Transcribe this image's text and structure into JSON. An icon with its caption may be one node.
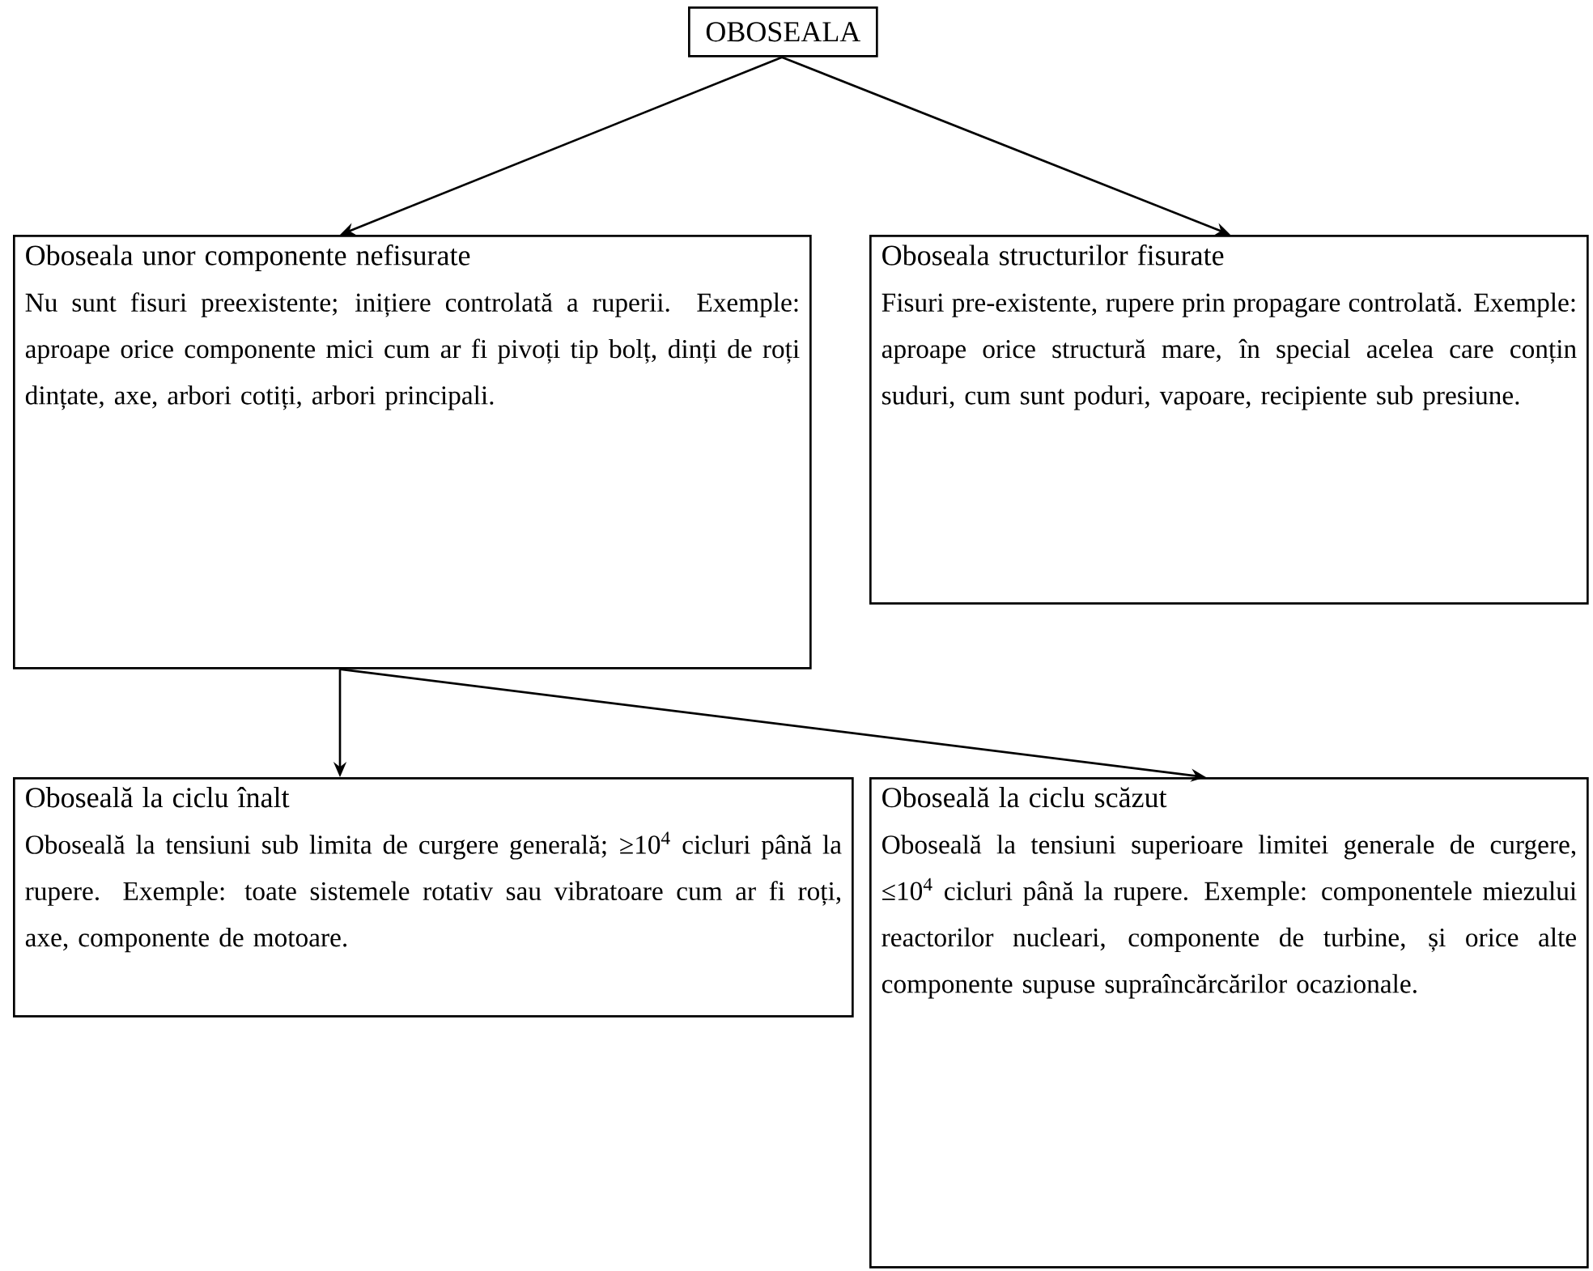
{
  "diagram": {
    "nodes": [
      {
        "text": [
          "OBOSEALA"
        ]
      },
      {
        "text": [
          "Oboseala unor componente nefisurate",
          "Nu sunt fisuri preexistente; inițiere controlată a ruperii. Exemple: aproape orice componente mici cum ar fi pivoți tip bolț, dinți de roți dințate, axe, arbori cotiți, arbori principali."
        ]
      },
      {
        "text": [
          "Oboseala structurilor fisurate",
          "Fisuri pre-existente, rupere prin propagare controlată. Exemple: aproape orice structură mare, în special acelea care conțin suduri, cum sunt poduri, vapoare, recipiente sub presiune."
        ]
      },
      {
        "text": [
          "Oboseală la ciclu înalt",
          "Oboseală la tensiuni sub limita de curgere generală; ≥10$^{4}$ cicluri până la rupere. Exemple: toate sistemele rotativ sau vibratoare cum ar fi roți, axe, componente de motoare."
        ]
      },
      {
        "text": [
          "Oboseală la ciclu scăzut",
          "Oboseală la tensiuni superioare limitei generale de curgere, ≤10$^{4}$ cicluri până la rupere. Exemple: componentele miezului reactorilor nucleari, componente de turbine, și orice alte componente supuse supraîncărcărilor ocazionale."
        ]
      }
    ],
    "edges": [
      {
        "from": 0,
        "to": 1,
        "arrow": "to"
      },
      {
        "from": 0,
        "to": 2,
        "arrow": "to"
      },
      {
        "from": 1,
        "to": 3,
        "arrow": "to"
      },
      {
        "from": 1,
        "to": 4,
        "arrow": "to"
      }
    ]
  }
}
